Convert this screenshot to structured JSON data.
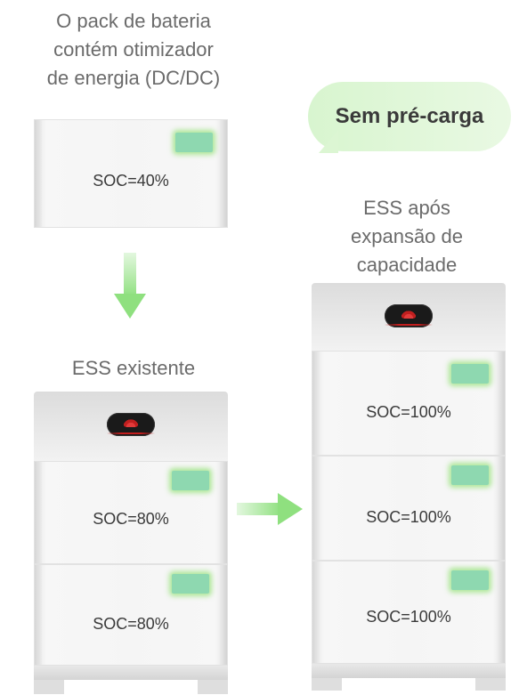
{
  "captions": {
    "pack_line1": "O pack de bateria",
    "pack_line2": "contém otimizador",
    "pack_line3": "de energia (DC/DC)",
    "existing": "ESS existente",
    "after_line1": "ESS após",
    "after_line2": "expansão de",
    "after_line3": "capacidade"
  },
  "bubble": {
    "text": "Sem pré-carga"
  },
  "pack": {
    "soc": "SOC=40%"
  },
  "existing_ess": {
    "modules": [
      "SOC=80%",
      "SOC=80%"
    ]
  },
  "expanded_ess": {
    "modules": [
      "SOC=100%",
      "SOC=100%",
      "SOC=100%"
    ]
  },
  "colors": {
    "arrow": "#8fe07f",
    "led": "#8ed8b0",
    "bubble": "#d8f5cf"
  }
}
